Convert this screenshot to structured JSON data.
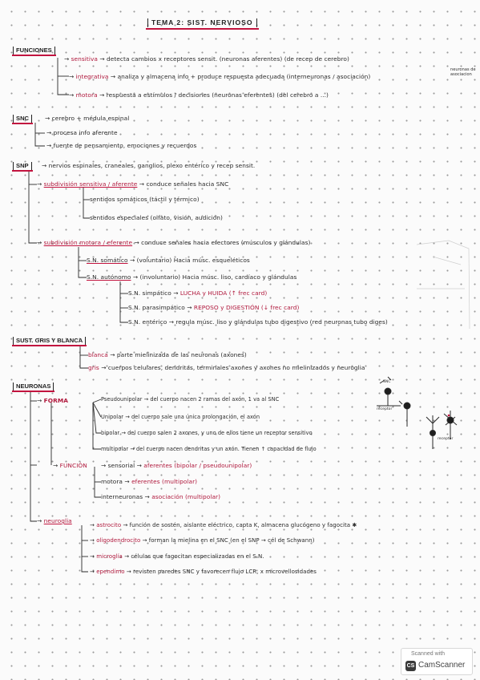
{
  "title": "TEMA 2: SIST. NERVIOSO",
  "funciones": {
    "heading": "FUNCIONES",
    "items": [
      {
        "label": "sensitiva",
        "text": "detecta cambios x receptores sensit. (neuronas aferentes) (de recep de cerebro)"
      },
      {
        "label": "integrativa",
        "text": "analiza y almacena info + produce respuesta adecuada (interneuronas / asociación)",
        "note": "neuronas de asociacion"
      },
      {
        "label": "motora",
        "text": "respuesta a estímulos / decisiones (neuronas eferentes) (del cerebro a ...)"
      }
    ]
  },
  "snc": {
    "heading": "SNC",
    "intro": "cerebro + médula espinal",
    "items": [
      "procesa info aferente",
      "fuente de pensamiento, emociones y recuerdos"
    ]
  },
  "snp": {
    "heading": "SNP",
    "intro": "nervios espinales, craneales, ganglios, plexo entérico y recep sensit.",
    "sensitiva": {
      "label": "subdivisión sensitiva / aferente",
      "text": "conduce señales hacia SNC",
      "items": [
        "sentidos somáticos (táctil y térmico)",
        "sentidos especiales (olfato, visión, audición)"
      ]
    },
    "motora": {
      "label": "subdivisión motora / eferente",
      "text": "conduce señales hacia efectores (músculos y glándulas)",
      "somatico": {
        "label": "S.N. somático",
        "text": "(voluntario) Hacia músc. esqueléticos"
      },
      "autonomo": {
        "label": "S.N. autónomo",
        "text": "(involuntario) Hacia músc. liso, cardíaco y glándulas"
      },
      "sub": [
        {
          "label": "S.N. simpático",
          "text": "LUCHA y HUIDA (↑ frec card)"
        },
        {
          "label": "S.N. parasimpático",
          "text": "REPOSO y DIGESTIÓN (↓ frec card)"
        },
        {
          "label": "S.N. entérico",
          "text": "regula músc. liso y glándulas tubo digestivo (red neuronas tubo diges)"
        }
      ]
    }
  },
  "sustancia": {
    "heading": "SUST. GRIS Y BLANCA",
    "items": [
      {
        "label": "blanca",
        "text": "parte mielinizada de las neuronas (axones)"
      },
      {
        "label": "gris",
        "text": "cuerpos celulares, dendritas, terminales axones y axones no mielinizados y neuroglia"
      }
    ]
  },
  "neuronas": {
    "heading": "NEURONAS",
    "forma": {
      "label": "FORMA",
      "items": [
        {
          "label": "Pseudounipolar",
          "text": "del cuerpo nacen 2 ramas del axón, 1 va al SNC"
        },
        {
          "label": "Unipolar",
          "text": "del cuerpo sale una única prolongación, el axón"
        },
        {
          "label": "bipolar",
          "text": "del cuerpo salen 2 axones, y uno de ellos tiene un receptor sensitivo"
        },
        {
          "label": "multipolar",
          "text": "del cuerpo nacen dendritas y un axón. Tienen ↑ capacidad de flujo"
        }
      ],
      "diagram_labels": [
        "SNC",
        "receptor",
        "receptor"
      ]
    },
    "funcion": {
      "label": "FUNCIÓN",
      "items": [
        {
          "label": "sensorial",
          "text": "aferentes (bipolar / pseudounipolar)"
        },
        {
          "label": "motora",
          "text": "eferentes (multipolar)"
        },
        {
          "label": "interneuronas",
          "text": "asociación (multipolar)"
        }
      ]
    },
    "neuroglia": {
      "label": "neuroglia",
      "items": [
        {
          "label": "astrocito",
          "text": "función de sostén, aislante eléctrico, capta K, almacena glucógeno y fagocita ✱"
        },
        {
          "label": "oligodendrocito",
          "text": "forman la mielina en el SNC (en el SNP → cél de Schwann)"
        },
        {
          "label": "microglía",
          "text": "células que fagocitan especializadas en el S.N."
        },
        {
          "label": "ependimo",
          "text": "revisten paredes SNC y favorecen flujo LCR, x microvellosidades"
        }
      ]
    }
  },
  "scanner": {
    "line1": "Scanned with",
    "line2": "CamScanner",
    "logo": "CS"
  }
}
